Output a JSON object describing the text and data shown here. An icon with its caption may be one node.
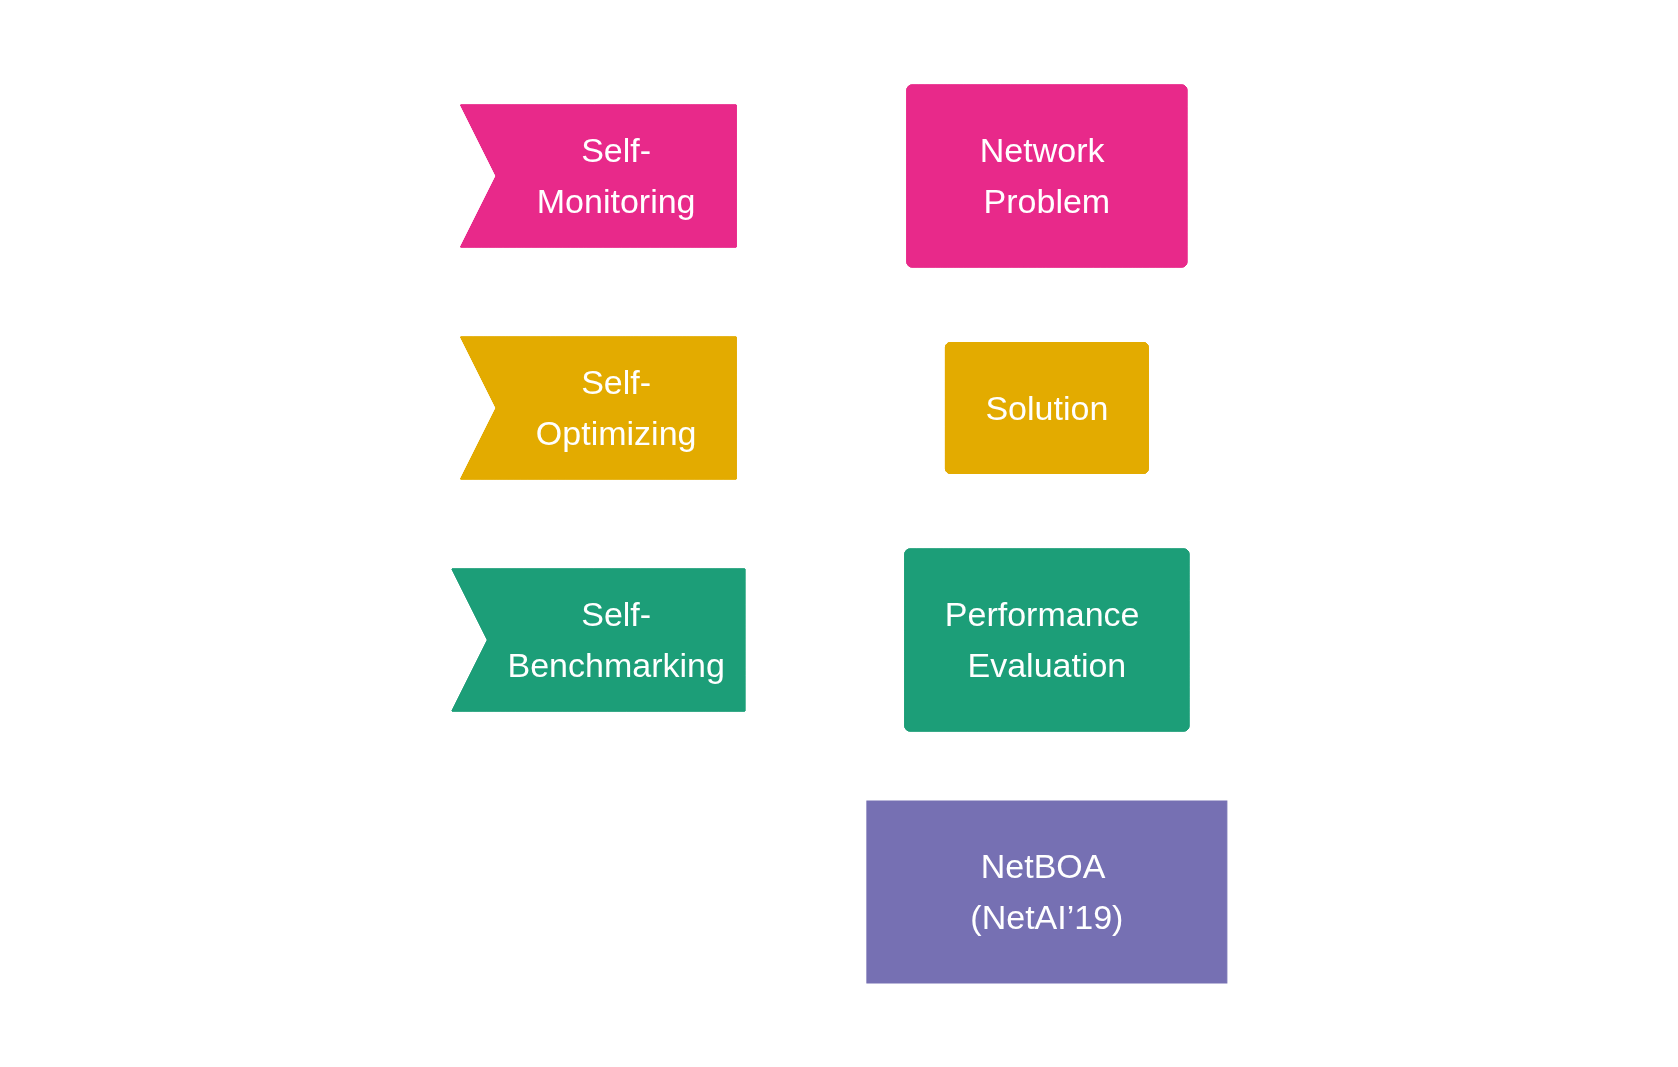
{
  "diagram": {
    "nodes": [
      {
        "text": [
          "Self-Monitoring"
        ]
      },
      {
        "text": [
          "Network Problem"
        ]
      },
      {
        "text": [
          "Self-Optimizing"
        ]
      },
      {
        "text": [
          "Solution"
        ]
      },
      {
        "text": [
          "Self-Benchmarking"
        ]
      },
      {
        "text": [
          "Performance Evaluation"
        ]
      },
      {
        "text": [
          "NetBOA (NetAI’19)"
        ]
      }
    ]
  }
}
